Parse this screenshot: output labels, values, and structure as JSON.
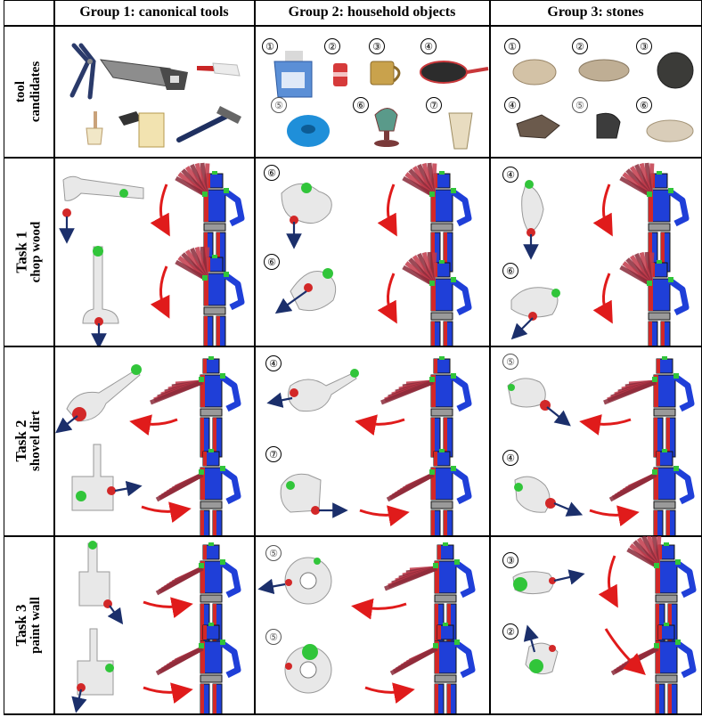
{
  "columns": [
    "Group 1: canonical tools",
    "Group 2: household objects",
    "Group 3: stones"
  ],
  "rows": [
    {
      "line1": "tool",
      "line2": "candidates"
    },
    {
      "line1": "Task 1",
      "line2": "chop wood"
    },
    {
      "line1": "Task 2",
      "line2": "shovel dirt"
    },
    {
      "line1": "Task 3",
      "line2": "paint wall"
    }
  ],
  "candidates": {
    "household_numbers": [
      "①",
      "②",
      "③",
      "④",
      "⑤",
      "⑥",
      "⑦"
    ],
    "stone_numbers": [
      "①",
      "②",
      "③",
      "④",
      "⑤",
      "⑥"
    ]
  },
  "task_numbers": {
    "task1_g2": [
      "⑥",
      "⑥"
    ],
    "task1_g3": [
      "④",
      "⑥"
    ],
    "task2_g2": [
      "④",
      "⑦"
    ],
    "task2_g3": [
      "⑤",
      "④"
    ],
    "task3_g2": [
      "⑤",
      "⑤"
    ],
    "task3_g3": [
      "③",
      "②"
    ]
  },
  "colors": {
    "robot_body": "#1f3fd8",
    "robot_side": "#d22828",
    "robot_joint": "#31c53a",
    "motion_arrow": "#e01b1b",
    "direction_arrow": "#1b2f6b",
    "tool_mesh": "#e8e8e8"
  }
}
